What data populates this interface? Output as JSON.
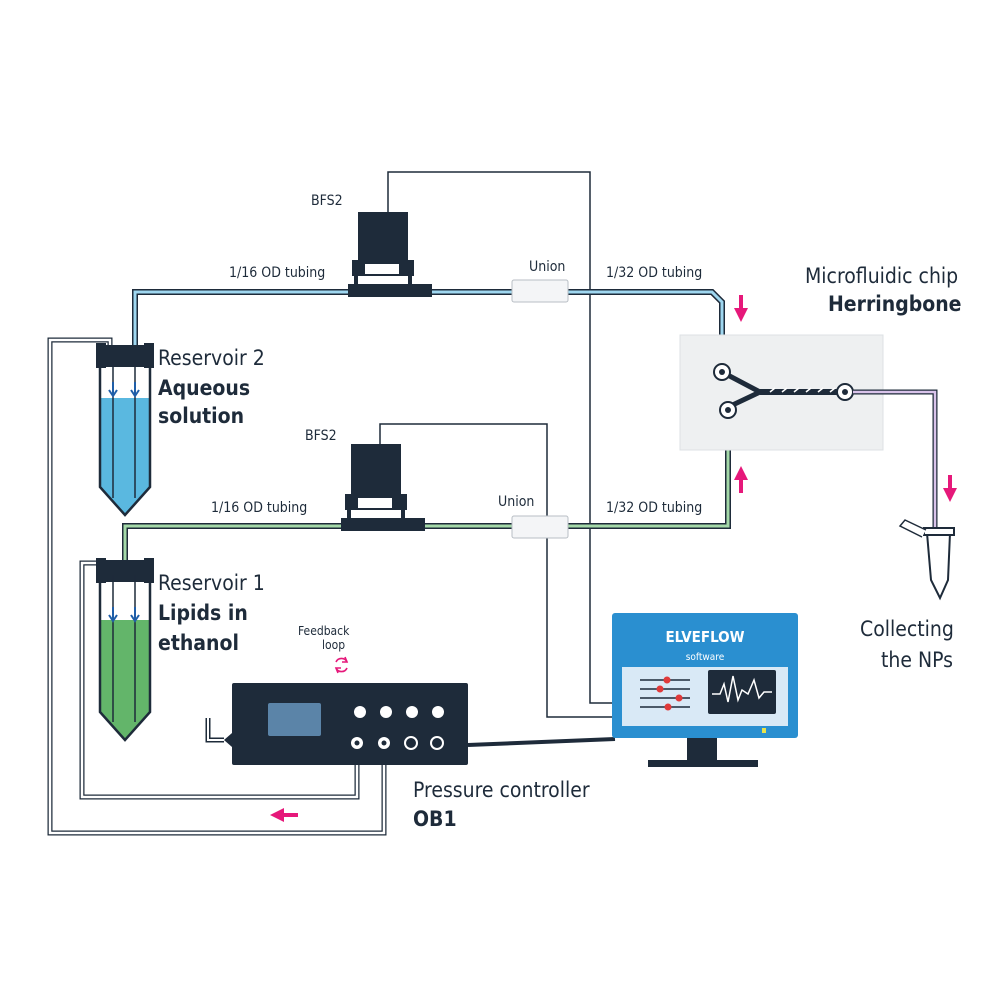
{
  "labels": {
    "bfs_top": "BFS2",
    "bfs_bottom": "BFS2",
    "tubing_116_top": "1/16 OD tubing",
    "tubing_116_bottom": "1/16 OD tubing",
    "tubing_132_top": "1/32 OD tubing",
    "tubing_132_bottom": "1/32 OD tubing",
    "union_top": "Union",
    "union_bottom": "Union",
    "reservoir2_title": "Reservoir 2",
    "reservoir2_line1": "Aqueous",
    "reservoir2_line2": "solution",
    "reservoir1_title": "Reservoir 1",
    "reservoir1_line1": "Lipids in",
    "reservoir1_line2": "ethanol",
    "chip_title": "Microfluidic chip",
    "chip_name": "Herringbone",
    "collect_line1": "Collecting",
    "collect_line2": "the NPs",
    "feedback_line1": "Feedback",
    "feedback_line2": "loop",
    "controller_title": "Pressure controller",
    "controller_name": "OB1",
    "screen_brand": "ELVEFLOW",
    "screen_sub": "software"
  },
  "colors": {
    "outline": "#1e2b3a",
    "aqueous": "#5ab8e0",
    "lipid": "#63b56a",
    "arrow": "#e6187a",
    "screen_bezel": "#2a8fd0",
    "screen_inner": "#d9e9f6",
    "chip_bg": "#eef0f1",
    "output_tube": "#b08ad0"
  }
}
